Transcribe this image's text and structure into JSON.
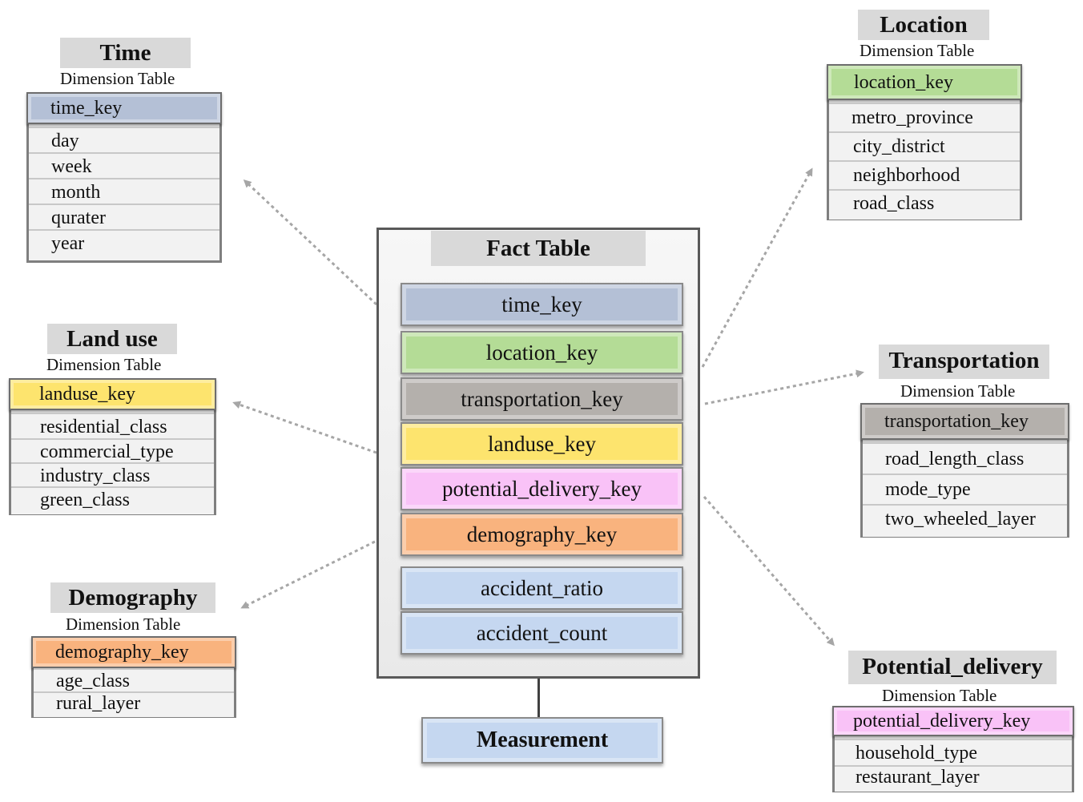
{
  "colors": {
    "time": "#b4c0d6",
    "location": "#b4dc96",
    "transportation": "#b4b0ac",
    "landuse": "#fde46e",
    "potential_delivery": "#f9c2f7",
    "demography": "#f9b37e",
    "measure": "#c5d7f0",
    "arrow": "#a6a6a6"
  },
  "fact": {
    "title": "Fact Table",
    "keys": [
      {
        "label": "time_key",
        "color": "time"
      },
      {
        "label": "location_key",
        "color": "location"
      },
      {
        "label": "transportation_key",
        "color": "transportation"
      },
      {
        "label": "landuse_key",
        "color": "landuse"
      },
      {
        "label": "potential_delivery_key",
        "color": "potential_delivery"
      },
      {
        "label": "demography_key",
        "color": "demography"
      },
      {
        "label": "accident_ratio",
        "color": "measure"
      },
      {
        "label": "accident_count",
        "color": "measure"
      }
    ]
  },
  "measurement": {
    "label": "Measurement"
  },
  "dimensions": {
    "time": {
      "title": "Time",
      "subtitle": "Dimension Table",
      "key": "time_key",
      "rows": [
        "day",
        "week",
        "month",
        "qurater",
        "year"
      ]
    },
    "landuse": {
      "title": "Land use",
      "subtitle": "Dimension Table",
      "key": "landuse_key",
      "rows": [
        "residential_class",
        "commercial_type",
        "industry_class",
        "green_class"
      ]
    },
    "demography": {
      "title": "Demography",
      "subtitle": "Dimension Table",
      "key": "demography_key",
      "rows": [
        "age_class",
        "rural_layer"
      ]
    },
    "location": {
      "title": "Location",
      "subtitle": "Dimension Table",
      "key": "location_key",
      "rows": [
        "metro_province",
        "city_district",
        "neighborhood",
        "road_class"
      ]
    },
    "transportation": {
      "title": "Transportation",
      "subtitle": "Dimension Table",
      "key": "transportation_key",
      "rows": [
        "road_length_class",
        "mode_type",
        "two_wheeled_layer"
      ]
    },
    "potential_delivery": {
      "title": "Potential_delivery",
      "subtitle": "Dimension Table",
      "key": "potential_delivery_key",
      "rows": [
        "household_type",
        "restaurant_layer"
      ]
    }
  }
}
